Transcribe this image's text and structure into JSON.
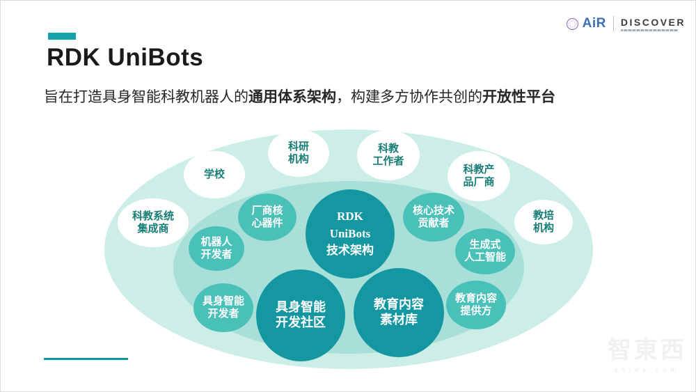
{
  "header": {
    "title": "RDK UniBots",
    "subtitle_parts": [
      "旨在打造具身智能科教机器人的",
      "通用体系架构",
      "，构建多方协作共创的",
      "开放性平台"
    ],
    "accent_color": "#14a2a8",
    "logos": {
      "air_label": "AiR",
      "discover_label": "DISCOVER"
    }
  },
  "diagram": {
    "colors": {
      "outer_ellipse": "#cceee7",
      "inner_ellipse": "#a8e0d9",
      "bubble_white_bg": "#ffffff",
      "bubble_white_text": "#177e75",
      "bubble_medium_bg": "#4ac1b8",
      "bubble_dark_bg": "#1597a1"
    },
    "bubbles": {
      "hub": {
        "label": "RDK\nUniBots\n技术架构"
      },
      "school": {
        "label": "学校"
      },
      "research": {
        "label": "科研\n机构"
      },
      "worker": {
        "label": "科教\n工作者"
      },
      "product": {
        "label": "科教产\n品厂商"
      },
      "integrator": {
        "label": "科教系统\n集成商"
      },
      "training": {
        "label": "教培\n机构"
      },
      "vendor_core": {
        "label": "厂商核\n心器件"
      },
      "robot_dev": {
        "label": "机器人\n开发者"
      },
      "core_tech": {
        "label": "核心技术\n贡献者"
      },
      "gen_ai": {
        "label": "生成式\n人工智能"
      },
      "embodied_dev": {
        "label": "具身智能\n开发者"
      },
      "content_provider": {
        "label": "教育内容\n提供方"
      },
      "community": {
        "label": "具身智能\n开发社区"
      },
      "library": {
        "label": "教育内容\n素材库"
      }
    }
  },
  "footer": {
    "watermark": "智東西",
    "watermark_url": "zhidx.com"
  }
}
